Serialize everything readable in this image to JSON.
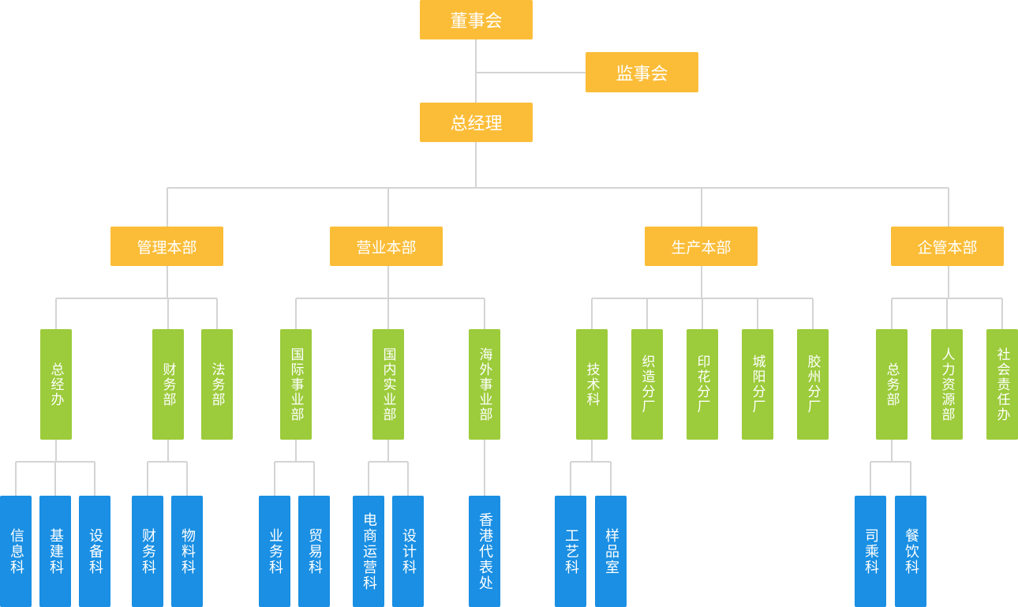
{
  "top": {
    "board": "董事会",
    "supervisors": "监事会",
    "gm": "总经理"
  },
  "departments": {
    "management": "管理本部",
    "business": "营业本部",
    "production": "生产本部",
    "enterprise": "企管本部"
  },
  "units": {
    "general_office": "总经办",
    "finance_dept": "财务部",
    "legal_dept": "法务部",
    "intl_business": "国际事业部",
    "domestic_business": "国内实业部",
    "overseas_business": "海外事业部",
    "technology": "技术科",
    "weaving_branch": "织造分厂",
    "printing_branch": "印花分厂",
    "chengyang_branch": "城阳分厂",
    "jiaozhou_branch": "胶州分厂",
    "general_affairs": "总务部",
    "hr": "人力资源部",
    "csr_office": "社会责任办"
  },
  "sections": {
    "it": "信息科",
    "construction": "基建科",
    "equipment": "设备科",
    "finance_section": "财务科",
    "materials": "物料科",
    "business_section": "业务科",
    "trade": "贸易科",
    "ecommerce": "电商运营科",
    "design": "设计科",
    "hongkong_office": "香港代表处",
    "craft": "工艺科",
    "sample_room": "样品室",
    "drivers": "司乘科",
    "catering": "餐饮科"
  }
}
